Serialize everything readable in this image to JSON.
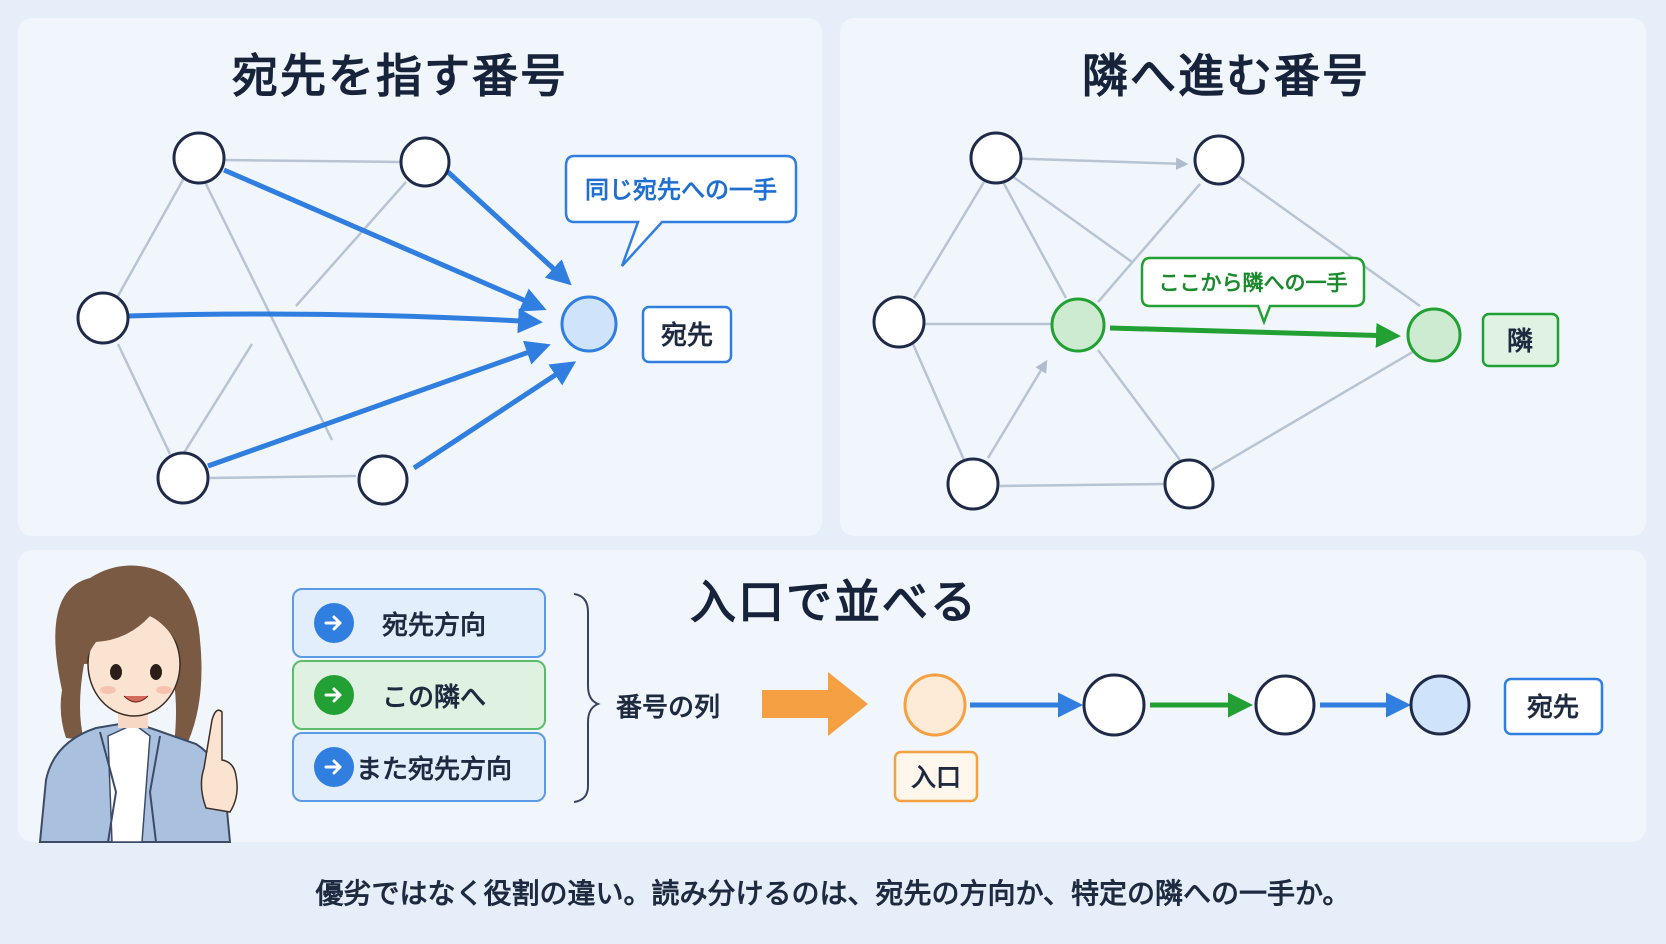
{
  "left_panel": {
    "title": "宛先を指す番号",
    "callout": "同じ宛先への一手",
    "target_label": "宛先"
  },
  "right_panel": {
    "title": "隣へ進む番号",
    "callout": "ここから隣への一手",
    "neighbor_label": "隣"
  },
  "bottom_panel": {
    "title": "入口で並べる",
    "stack": [
      {
        "label": "宛先方向",
        "color": "blue"
      },
      {
        "label": "この隣へ",
        "color": "green"
      },
      {
        "label": "また宛先方向",
        "color": "blue"
      }
    ],
    "sequence_label": "番号の列",
    "entry_label": "入口",
    "target_label": "宛先"
  },
  "caption": "優劣ではなく役割の違い。読み分けるのは、宛先の方向か、特定の隣への一手か。",
  "colors": {
    "blue": "#2f7ee0",
    "green": "#22a033",
    "orange": "#f5a043",
    "navy": "#1e2a40",
    "gray_edge": "#b8c3d3"
  }
}
